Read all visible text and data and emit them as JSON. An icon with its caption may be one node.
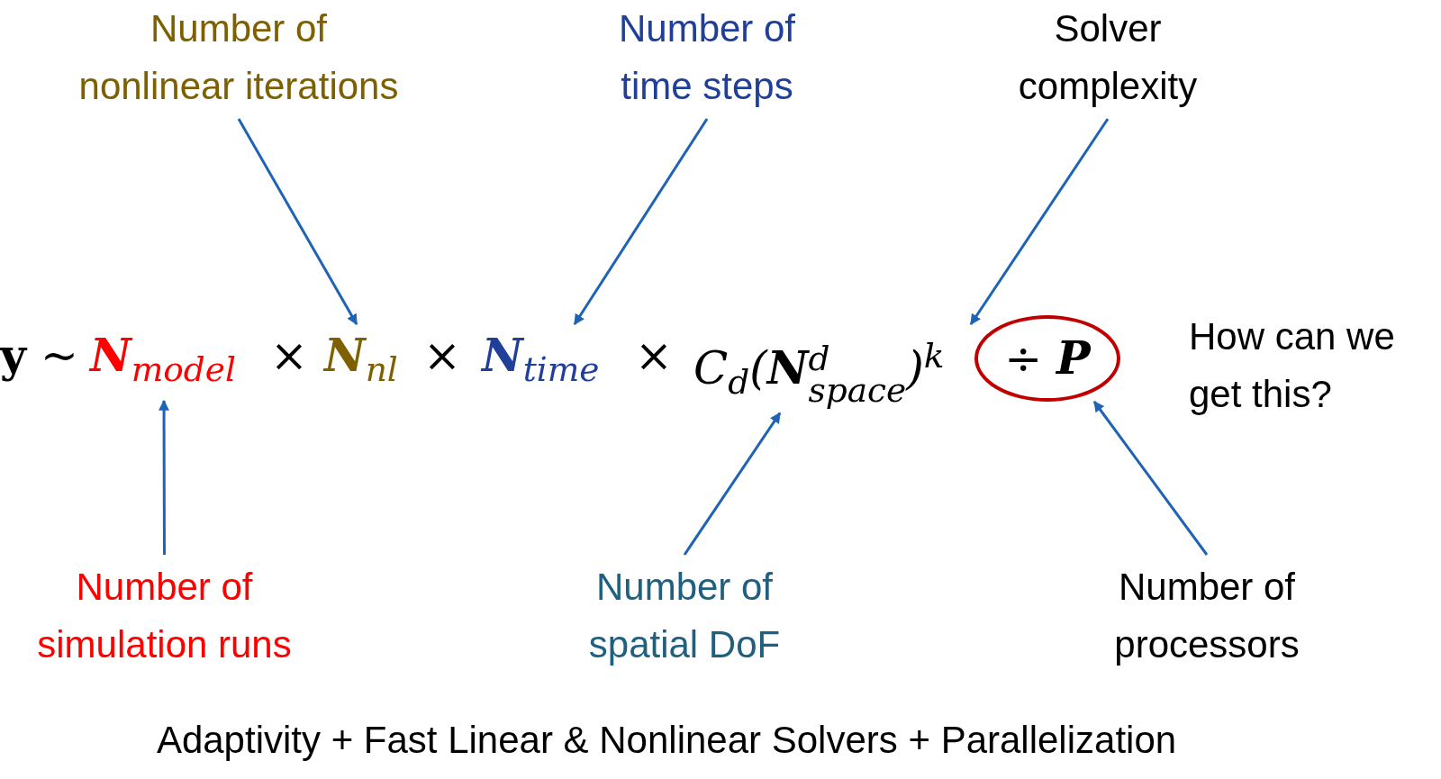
{
  "diagram": {
    "nodes": [
      {
        "text": [
          "Number of nonlinear iterations"
        ]
      },
      {
        "text": [
          "Number of time steps"
        ]
      },
      {
        "text": [
          "Solver complexity"
        ]
      },
      {
        "text": [
          "Number of simulation runs"
        ]
      },
      {
        "text": [
          "Number of spatial DoF"
        ]
      },
      {
        "text": [
          "Number of processors"
        ]
      },
      {
        "text": [
          "**N**$_{model}$"
        ]
      },
      {
        "text": [
          "**N**$_{nl}$"
        ]
      },
      {
        "text": [
          "**N**$_{time}$"
        ]
      },
      {
        "text": [
          "C$_{d}$(**N**$^{d}$$_{space}$)$^{k}$"
        ]
      },
      {
        "text": [
          "÷ **P**"
        ]
      }
    ],
    "edges": [
      {
        "from": 0,
        "to": 7,
        "arrow": "to"
      },
      {
        "from": 1,
        "to": 8,
        "arrow": "to"
      },
      {
        "from": 2,
        "to": 9,
        "arrow": "to"
      },
      {
        "from": 3,
        "to": 6,
        "arrow": "to"
      },
      {
        "from": 4,
        "to": 9,
        "arrow": "to"
      },
      {
        "from": 5,
        "to": 10,
        "arrow": "to"
      }
    ],
    "labels": [
      "**y** ~",
      "×",
      "×",
      "×",
      "How can we get this?",
      "Adaptivity + Fast Linear & Nonlinear Solvers + Parallelization"
    ]
  }
}
